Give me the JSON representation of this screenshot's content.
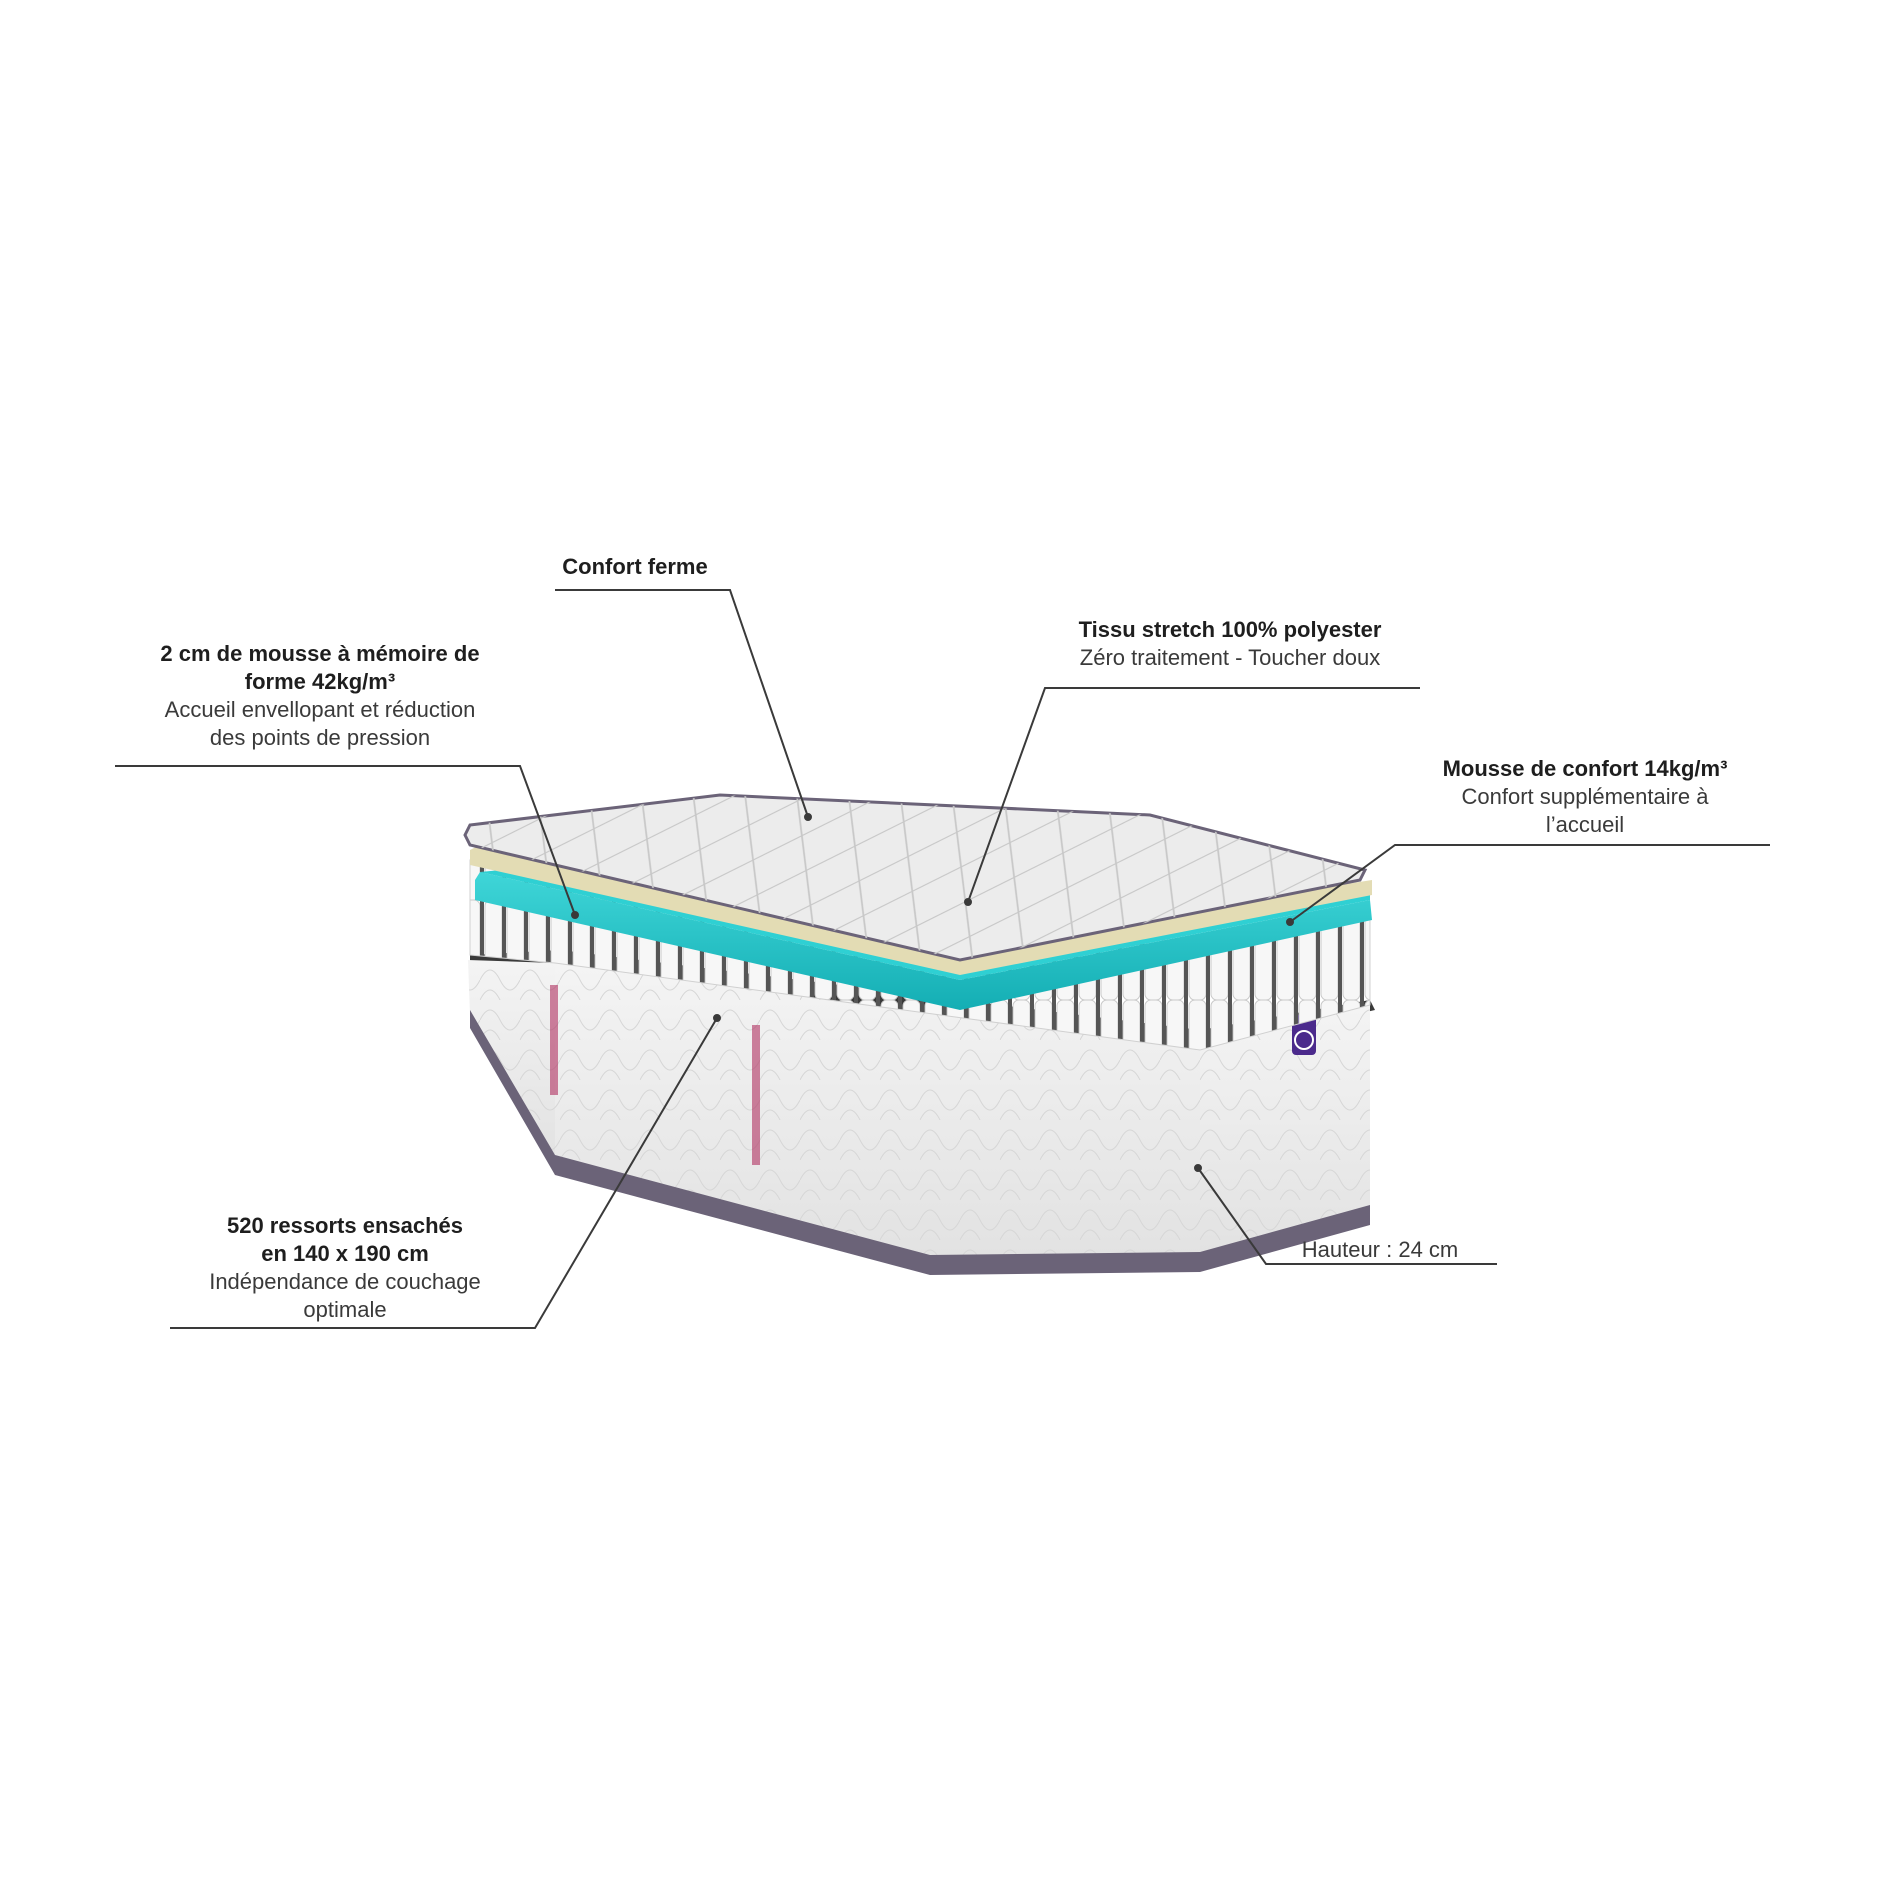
{
  "diagram": {
    "subject": "Matelas ressorts ensachés - coupe des couches",
    "colors": {
      "cover": "#ededed",
      "comfort_foam": "#e6dfb8",
      "memory_foam": "#22c3c8",
      "springs": "#f3f3f3",
      "base_dark": "#3a3a3a",
      "border_purple": "#5a4e6e",
      "brand_badge": "#4b2a8c",
      "brand_tape": "#b03060",
      "leader_line": "#3a3a3a"
    },
    "callouts": [
      {
        "id": "confort-ferme",
        "title": "Confort ferme",
        "desc_lines": []
      },
      {
        "id": "memory-foam",
        "title_lines": [
          "2 cm de mousse à mémoire de",
          "forme 42kg/m³"
        ],
        "desc_lines": [
          "Accueil envellopant et réduction",
          "des points de pression"
        ]
      },
      {
        "id": "tissu",
        "title_lines": [
          "Tissu stretch 100% polyester"
        ],
        "desc_lines": [
          "Zéro traitement - Toucher doux"
        ]
      },
      {
        "id": "mousse-confort",
        "title_lines": [
          "Mousse de confort 14kg/m³"
        ],
        "desc_lines": [
          "Confort supplémentaire à",
          "l’accueil"
        ]
      },
      {
        "id": "ressorts",
        "title_lines": [
          "520 ressorts ensachés",
          "en 140 x 190 cm"
        ],
        "desc_lines": [
          "Indépendance de couchage",
          "optimale"
        ]
      },
      {
        "id": "hauteur",
        "title_lines": [],
        "desc_lines": [
          "Hauteur : 24 cm"
        ]
      }
    ]
  }
}
